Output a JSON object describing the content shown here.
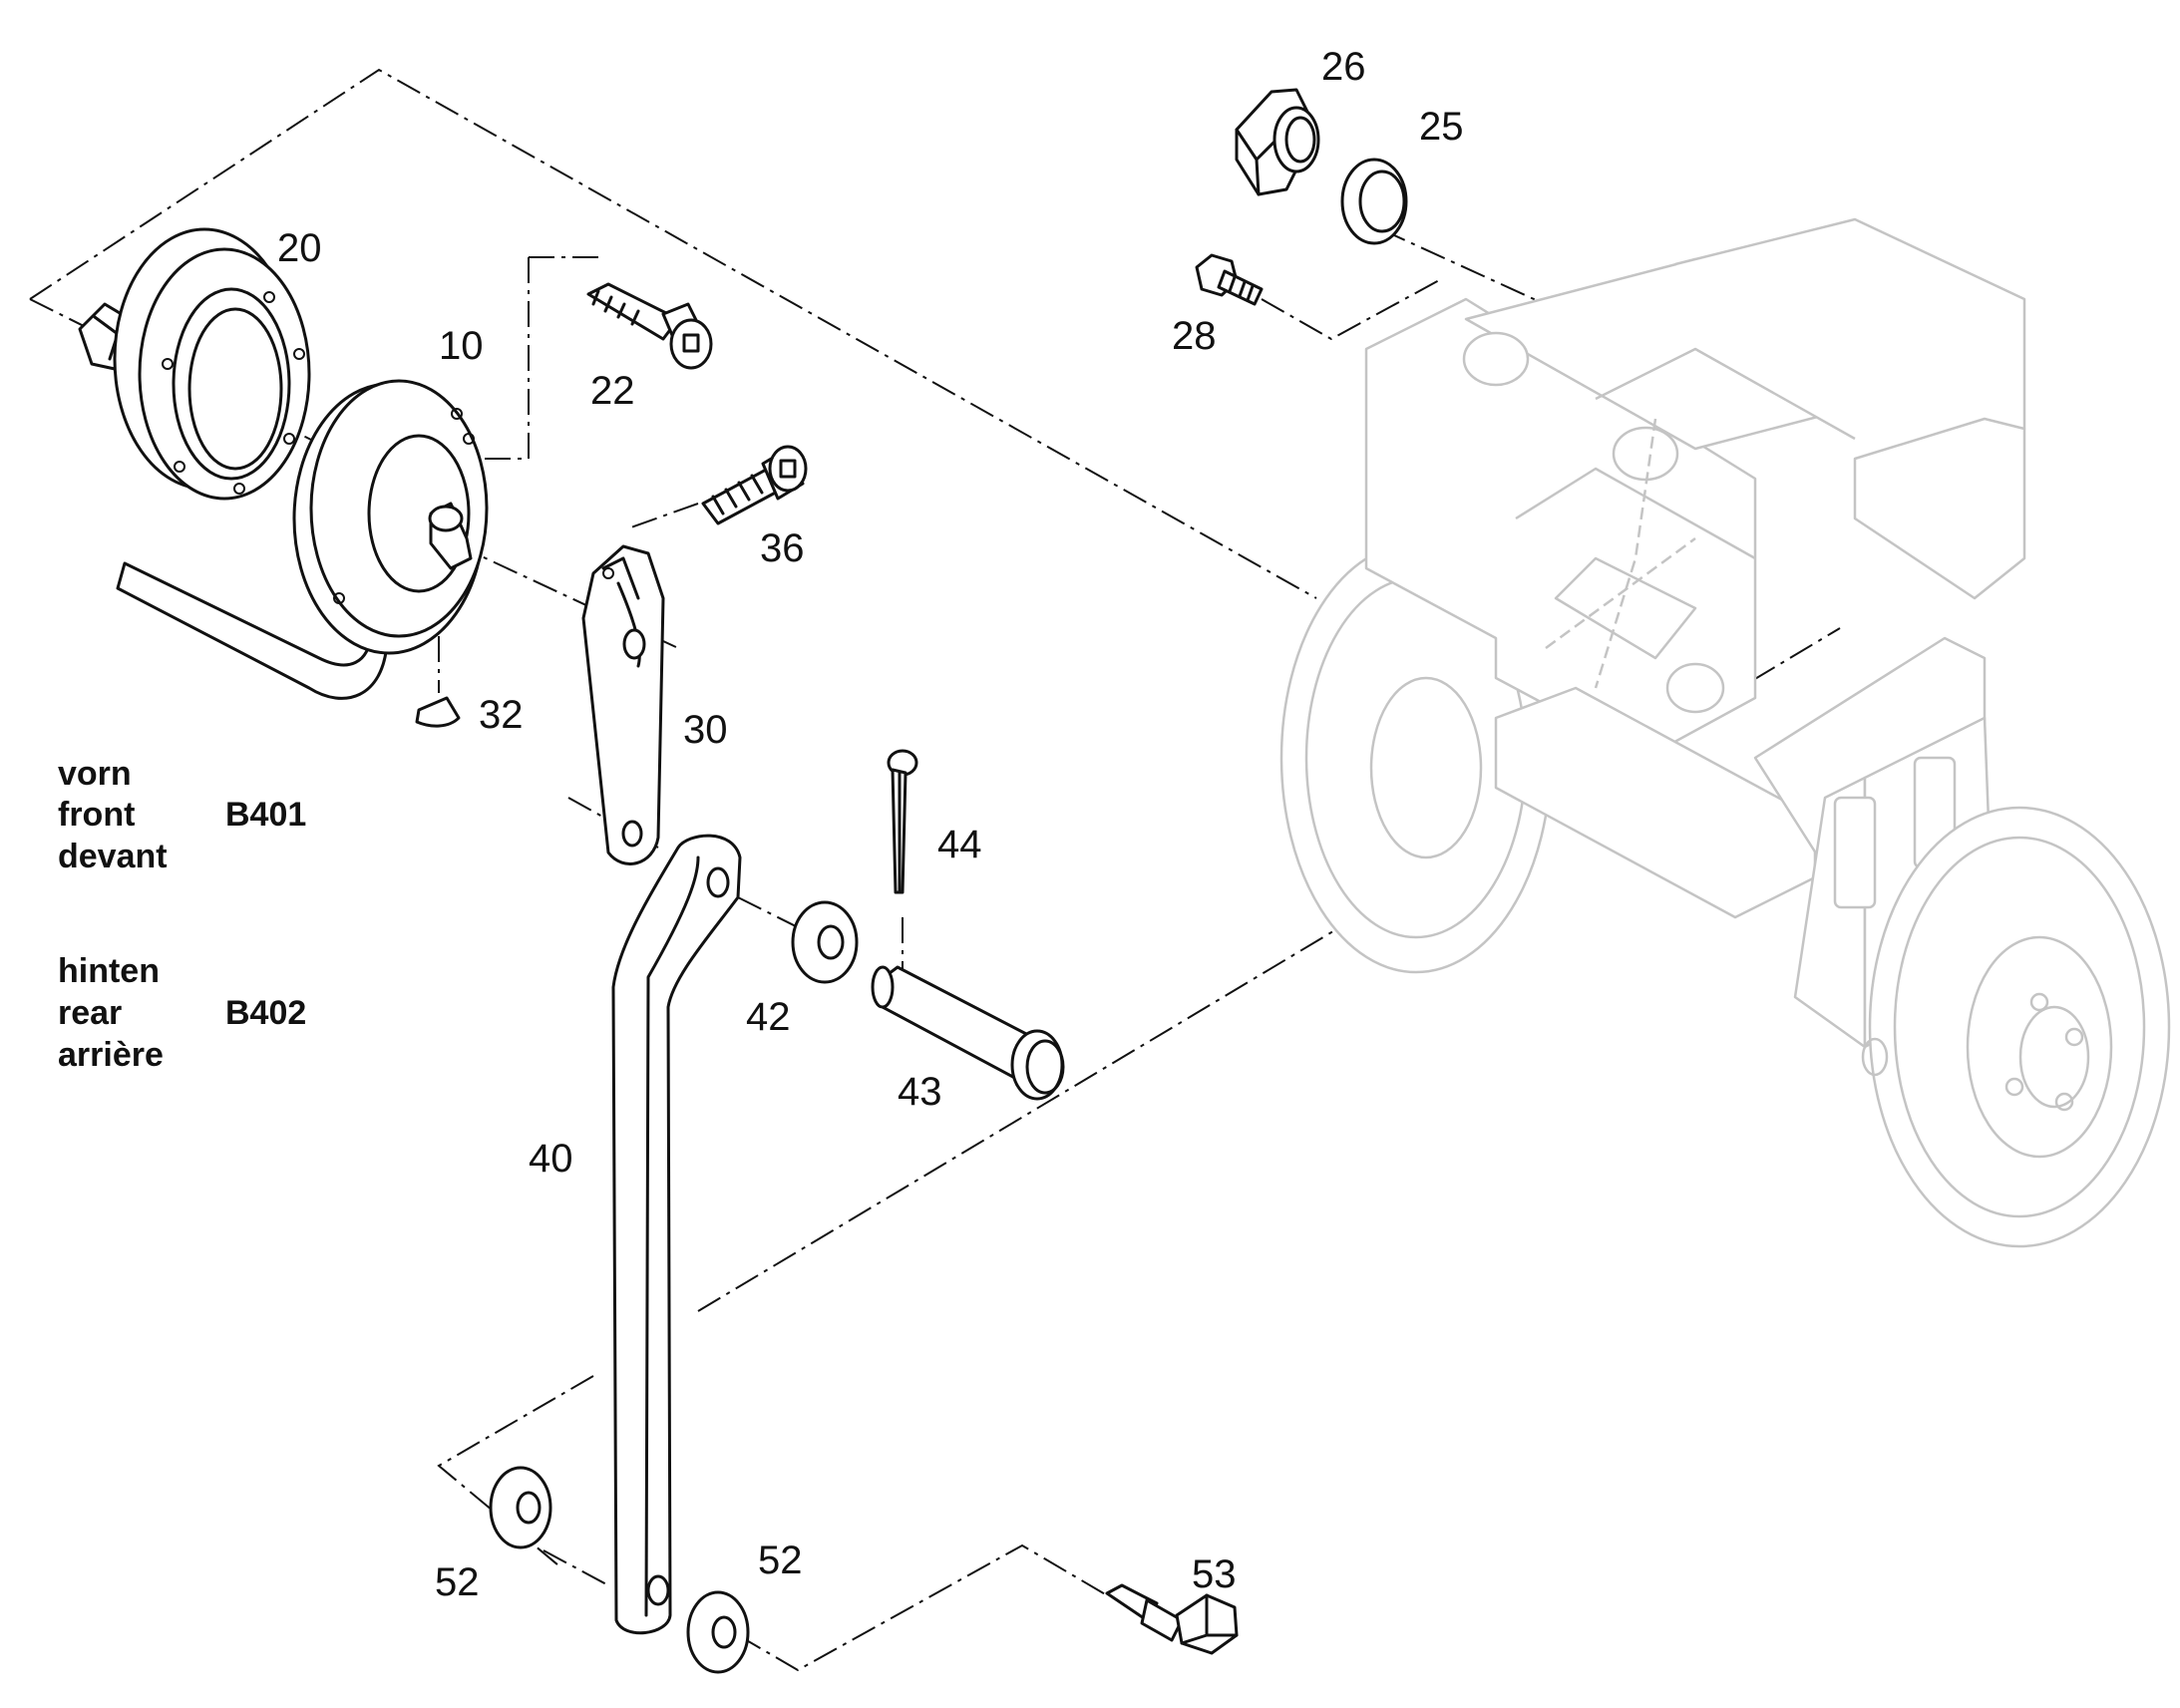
{
  "callouts": {
    "p10": "10",
    "p20": "20",
    "p22": "22",
    "p25": "25",
    "p26": "26",
    "p28": "28",
    "p30": "30",
    "p32": "32",
    "p36": "36",
    "p40": "40",
    "p42": "42",
    "p43": "43",
    "p44": "44",
    "p52a": "52",
    "p52b": "52",
    "p53": "53"
  },
  "legend": {
    "front": {
      "de": "vorn",
      "en": "front",
      "fr": "devant",
      "code": "B401"
    },
    "rear": {
      "de": "hinten",
      "en": "rear",
      "fr": "arrière",
      "code": "B402"
    }
  }
}
